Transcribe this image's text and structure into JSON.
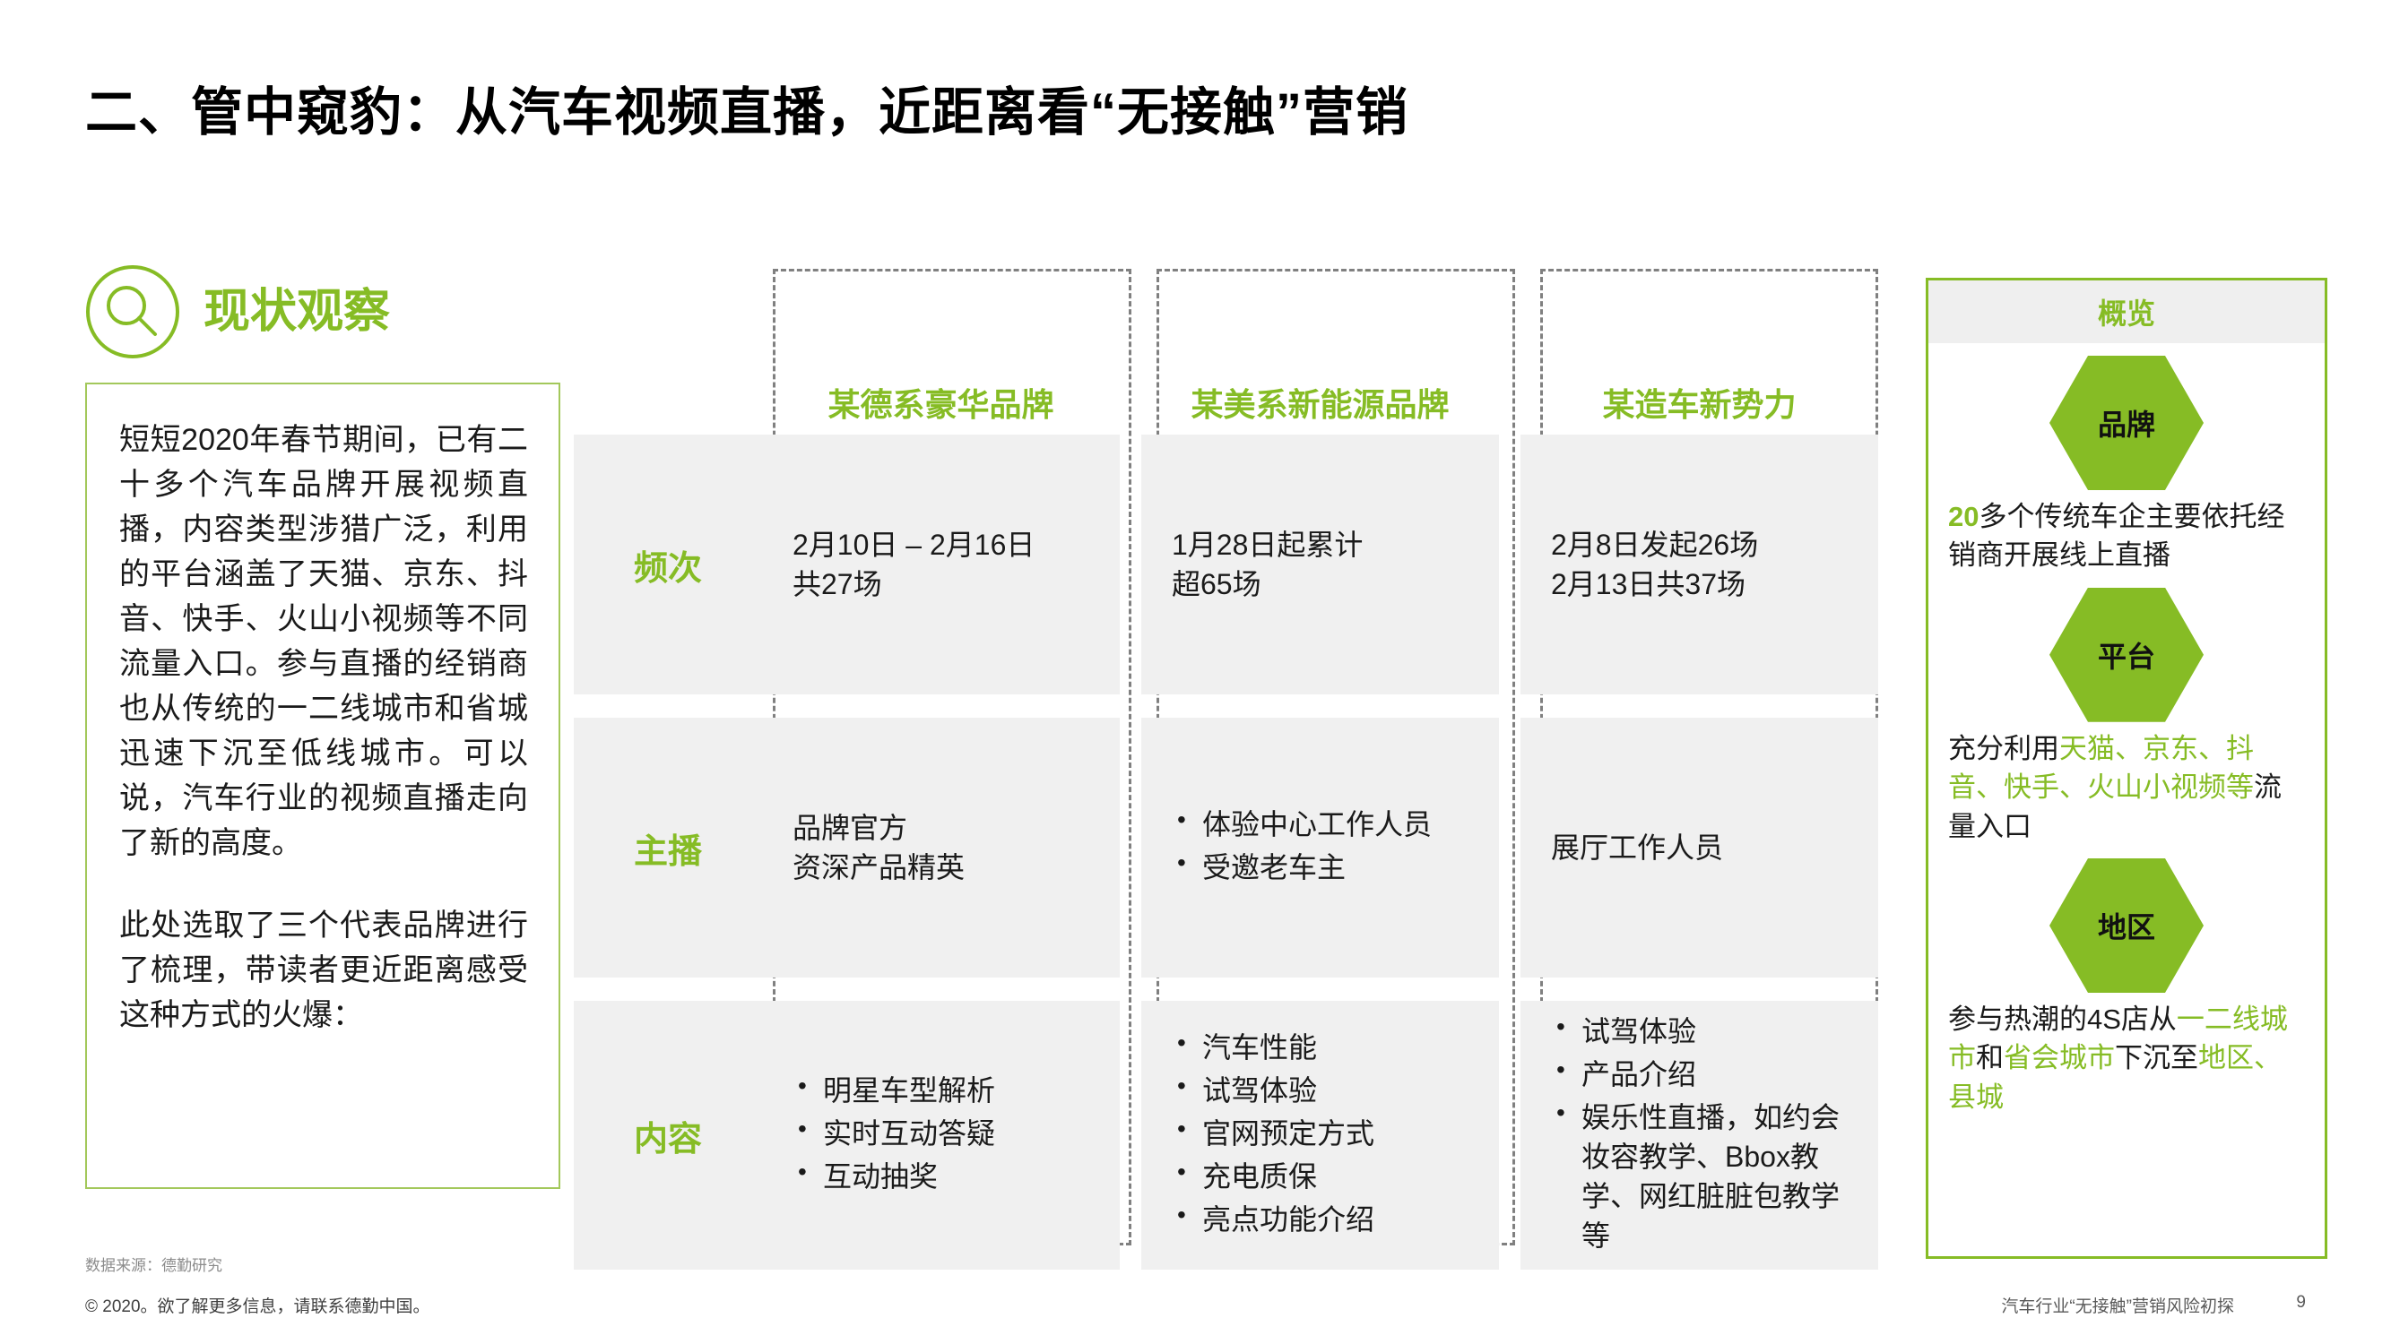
{
  "slide": {
    "title": "二、管中窥豹：从汽车视频直播，近距离看“无接触”营销"
  },
  "observation": {
    "icon": "search-circle-icon",
    "title": "现状观察",
    "paragraphs": [
      "短短2020年春节期间，已有二十多个汽车品牌开展视频直播，内容类型涉猎广泛，利用的平台涵盖了天猫、京东、抖音、快手、火山小视频等不同流量入口。参与直播的经销商也从传统的一二线城市和省城迅速下沉至低线城市。可以说，汽车行业的视频直播走向了新的高度。",
      "此处选取了三个代表品牌进行了梳理，带读者更近距离感受这种方式的火爆："
    ]
  },
  "matrix": {
    "columns": [
      "某德系豪华品牌",
      "某美系新能源品牌",
      "某造车新势力"
    ],
    "rows": [
      {
        "label": "频次",
        "cells": [
          {
            "type": "text",
            "lines": [
              "2月10日 – 2月16日",
              "共27场"
            ]
          },
          {
            "type": "text",
            "lines": [
              "1月28日起累计",
              "超65场"
            ]
          },
          {
            "type": "text",
            "lines": [
              "2月8日发起26场",
              "2月13日共37场"
            ]
          }
        ]
      },
      {
        "label": "主播",
        "cells": [
          {
            "type": "text",
            "lines": [
              "品牌官方",
              "资深产品精英"
            ]
          },
          {
            "type": "list",
            "items": [
              "体验中心工作人员",
              "受邀老车主"
            ]
          },
          {
            "type": "text",
            "lines": [
              "展厅工作人员"
            ]
          }
        ]
      },
      {
        "label": "内容",
        "cells": [
          {
            "type": "list",
            "items": [
              "明星车型解析",
              "实时互动答疑",
              "互动抽奖"
            ]
          },
          {
            "type": "list",
            "items": [
              "汽车性能",
              "试驾体验",
              "官网预定方式",
              "充电质保",
              "亮点功能介绍"
            ]
          },
          {
            "type": "list",
            "items": [
              "试驾体验",
              "产品介绍",
              "娱乐性直播，如约会妆容教学、Bbox教学、网红脏脏包教学等"
            ]
          }
        ]
      }
    ]
  },
  "overview": {
    "header": "概览",
    "items": [
      {
        "hex": "品牌",
        "text_parts": [
          {
            "t": "20",
            "style": "green-bold"
          },
          {
            "t": "多个传统车企主要依托经销商开展线上直播",
            "style": "normal"
          }
        ]
      },
      {
        "hex": "平台",
        "text_parts": [
          {
            "t": "充分利用",
            "style": "normal"
          },
          {
            "t": "天猫、京东、抖音、快手、火山小视频等",
            "style": "green"
          },
          {
            "t": "流量入口",
            "style": "normal"
          }
        ]
      },
      {
        "hex": "地区",
        "text_parts": [
          {
            "t": "参与热潮的4S店从",
            "style": "normal"
          },
          {
            "t": "一二线城市",
            "style": "green"
          },
          {
            "t": "和",
            "style": "normal"
          },
          {
            "t": "省会城市",
            "style": "green"
          },
          {
            "t": "下沉至",
            "style": "normal"
          },
          {
            "t": "地区、县城",
            "style": "green"
          }
        ]
      }
    ]
  },
  "footer": {
    "source": "数据来源：德勤研究",
    "copyright": "© 2020。欲了解更多信息，请联系德勤中国。",
    "doc_title": "汽车行业“无接触”营销风险初探",
    "page_number": "9"
  },
  "colors": {
    "brand_green": "#86BC25",
    "panel_border": "#86BC25",
    "box_border": "#A3C85B",
    "row_shade": "#F0F0F0",
    "dashed": "#808080"
  }
}
